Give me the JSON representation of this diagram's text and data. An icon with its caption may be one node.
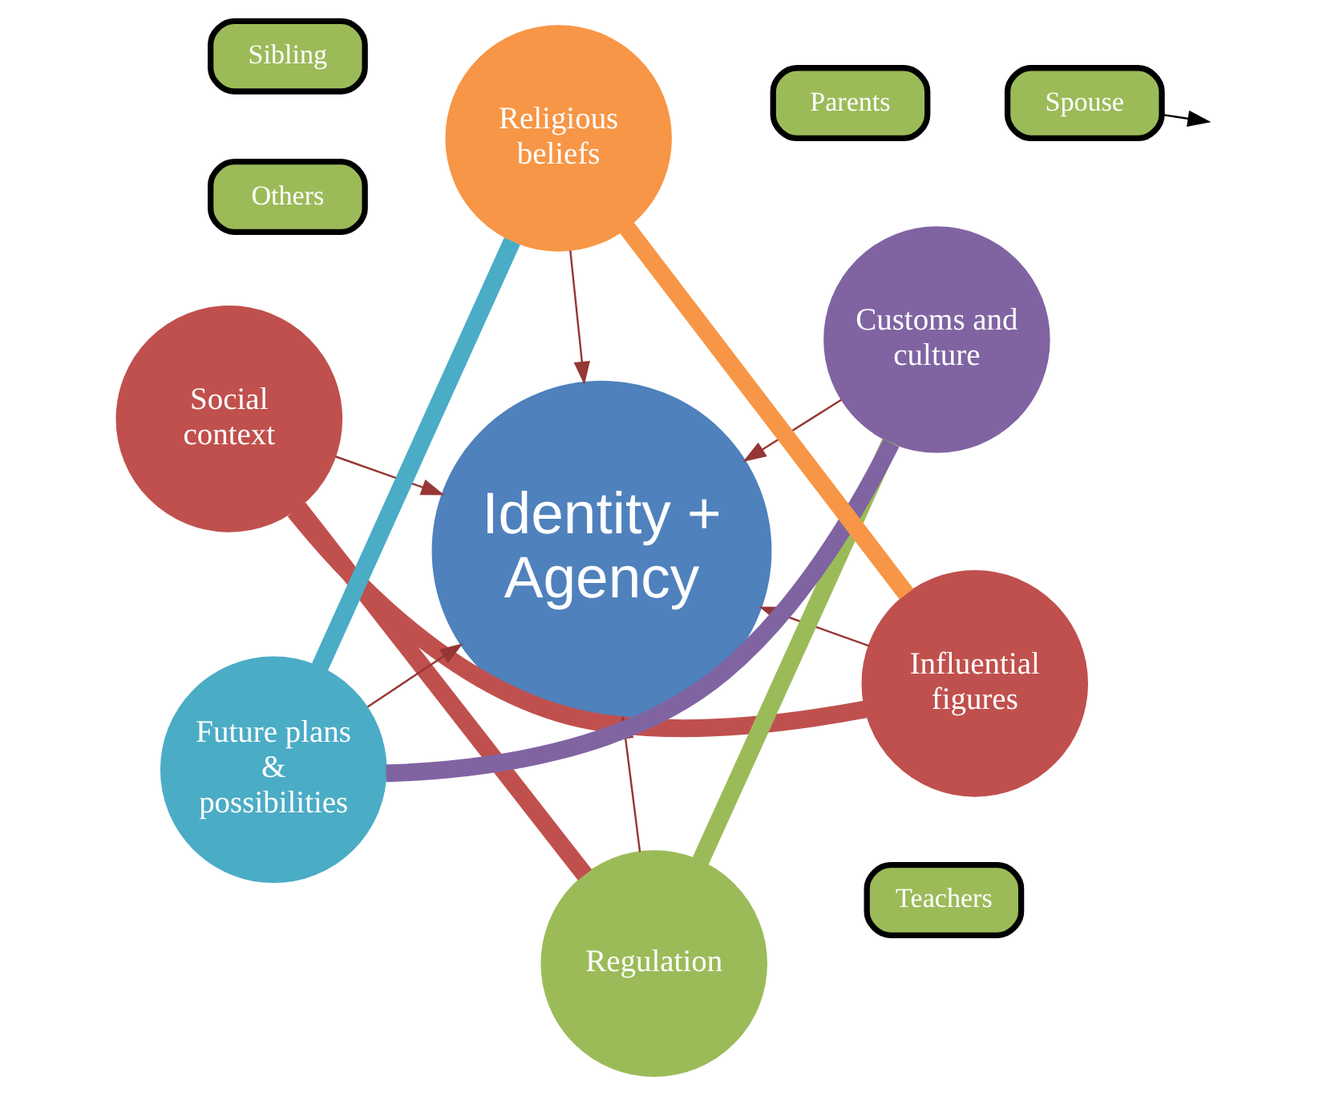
{
  "diagram": {
    "nodes": [
      {
        "text": [
          "Parents"
        ]
      },
      {
        "text": [
          "Teachers"
        ]
      },
      {
        "text": [
          "Spouse"
        ]
      },
      {
        "text": [
          "Sibling"
        ]
      },
      {
        "text": [
          "Others"
        ]
      },
      {
        "text": [
          "Social context"
        ]
      },
      {
        "text": [
          "Influential figures"
        ]
      },
      {
        "text": [
          "Regulation"
        ]
      },
      {
        "text": [
          "Identity + Agency"
        ]
      },
      {
        "text": [
          "Customs and culture"
        ]
      },
      {
        "text": [
          "Religious beliefs"
        ]
      },
      {
        "text": [
          "Future plans & possibilities"
        ]
      }
    ],
    "edges": [
      {
        "from": 2,
        "to": null,
        "arrow": "to",
        "color": "#000000"
      },
      {
        "from": 5,
        "to": 7,
        "arrow": "none",
        "style": "thick",
        "color": "#c0504d"
      },
      {
        "from": 7,
        "to": 9,
        "arrow": "none",
        "style": "thick",
        "color": "#9bbb59"
      },
      {
        "from": 9,
        "to": 11,
        "arrow": "none",
        "style": "thick",
        "color": "#8064a2"
      },
      {
        "from": 11,
        "to": 10,
        "arrow": "none",
        "style": "thick",
        "color": "#4bacc6"
      },
      {
        "from": 10,
        "to": 6,
        "arrow": "none",
        "style": "thick",
        "color": "#f79646"
      },
      {
        "from": 6,
        "to": 5,
        "arrow": "none",
        "style": "thick",
        "color": "#c0504d"
      },
      {
        "from": 5,
        "to": 8,
        "arrow": "to",
        "color": "#953735"
      },
      {
        "from": 6,
        "to": 8,
        "arrow": "to",
        "color": "#953735"
      },
      {
        "from": 7,
        "to": 8,
        "arrow": "to",
        "color": "#953735"
      },
      {
        "from": 9,
        "to": 8,
        "arrow": "to",
        "color": "#953735"
      },
      {
        "from": 10,
        "to": 8,
        "arrow": "to",
        "color": "#953735"
      },
      {
        "from": 11,
        "to": 8,
        "arrow": "to",
        "color": "#953735"
      }
    ]
  }
}
